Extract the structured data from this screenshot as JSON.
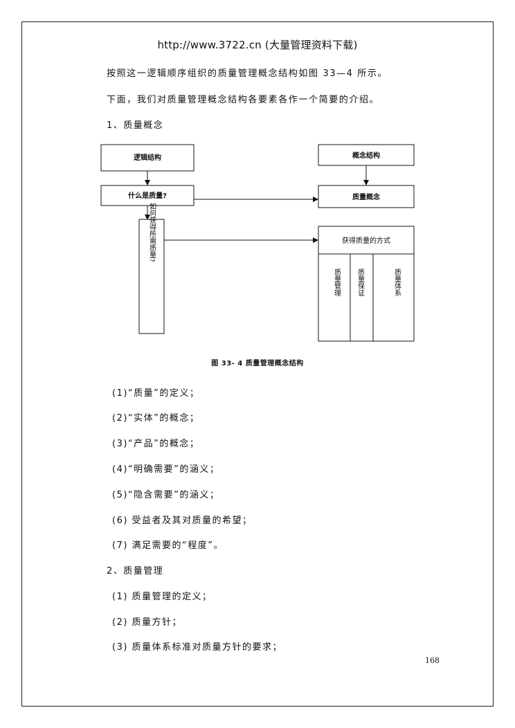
{
  "header": {
    "url_text": "http://www.3722.cn (大量管理资料下载)"
  },
  "intro": [
    "按照这一逻辑顺序组织的质量管理概念结构如图 33—4 所示。",
    "下面，我们对质量管理概念结构各要素各作一个简要的介绍。"
  ],
  "section1": {
    "heading": "1、质量概念",
    "items": [
      "(1)“质量”的定义；",
      "(2)“实体”的概念；",
      "(3)“产品”的概念；",
      "(4)“明确需要”的涵义；",
      "(5)“隐含需要”的涵义；",
      "(6) 受益者及其对质量的希望；",
      "(7) 满足需要的“程度”。"
    ]
  },
  "section2": {
    "heading": "2、质量管理",
    "items": [
      "(1) 质量管理的定义；",
      "(2) 质量方针；",
      "(3) 质量体系标准对质量方针的要求；"
    ]
  },
  "diagram": {
    "logic_box": "逻辑结构",
    "concept_box": "概念结构",
    "what_is_quality": "什么是质量?",
    "quality_concept": "质量概念",
    "how_to_obtain": "如何获得所需质量?",
    "ways_header": "获得质量的方式",
    "col1": "质量管理",
    "col2": "质量保证",
    "col3": "质量体系",
    "caption": "图 33- 4   质量管理概念结构"
  },
  "footer": {
    "page_number": "168"
  }
}
